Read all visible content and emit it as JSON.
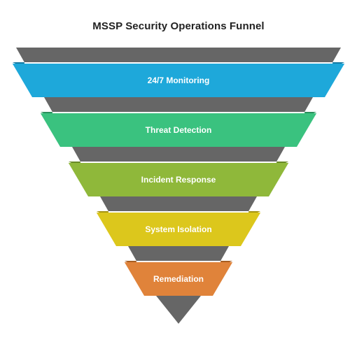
{
  "title": "MSSP Security Operations Funnel",
  "colors": {
    "connector": "#666666",
    "fold": "#1e5f8a"
  },
  "stages": [
    {
      "label": "24/7 Monitoring",
      "color": "#1ea8da",
      "fold": "#157aa3"
    },
    {
      "label": "Threat Detection",
      "color": "#3ac27f",
      "fold": "#2a8f5c"
    },
    {
      "label": "Incident Response",
      "color": "#8fb83a",
      "fold": "#688a26"
    },
    {
      "label": "System Isolation",
      "color": "#dcc71c",
      "fold": "#a69410"
    },
    {
      "label": "Remediation",
      "color": "#e0833a",
      "fold": "#a85e22"
    }
  ]
}
